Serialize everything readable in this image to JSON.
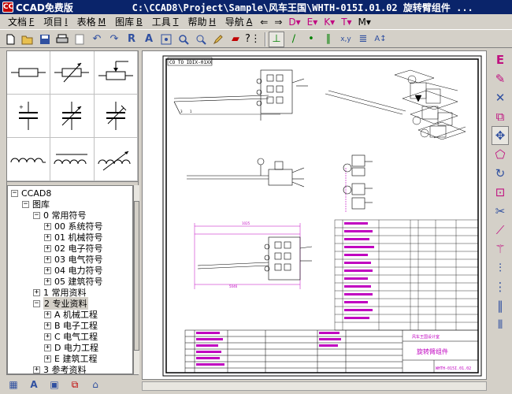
{
  "app": {
    "logo": "CC",
    "title": "CCAD免费版",
    "document": "C:\\CCAD8\\Project\\Sample\\风车王国\\WHTH-015I.01.02 旋转臂组件 ..."
  },
  "menu": [
    {
      "label": "文档",
      "key": "F"
    },
    {
      "label": "项目",
      "key": "I"
    },
    {
      "label": "表格",
      "key": "M"
    },
    {
      "label": "图库",
      "key": "B"
    },
    {
      "label": "工具",
      "key": "T"
    },
    {
      "label": "帮助",
      "key": "H"
    },
    {
      "label": "导航",
      "key": "A"
    }
  ],
  "menu_arrows": [
    "⇐",
    "⇒"
  ],
  "menu_dropdowns": [
    "D▾",
    "E▾",
    "K▾",
    "T▾",
    "M▾"
  ],
  "tree": {
    "root": "CCAD8",
    "library": "图库",
    "common": "0  常用符号",
    "common_items": [
      "00  系统符号",
      "01  机械符号",
      "02  电子符号",
      "03  电气符号",
      "04  电力符号",
      "05  建筑符号"
    ],
    "info": "1  常用资料",
    "pro": "2  专业资料",
    "pro_items": [
      "A  机械工程",
      "B  电子工程",
      "C  电气工程",
      "D  电力工程",
      "E  建筑工程"
    ],
    "ref": "3  参考资料"
  },
  "drawing": {
    "frame_label": "CO TO IDIX-01XX",
    "title_block_name": "旋转臂组件",
    "title_block_code": "WHTH-015I.01.02",
    "title_block_company": "风车王国设计室"
  },
  "colors": {
    "titlebar": "#0a246a",
    "accent_magenta": "#c01080",
    "drawing_line": "#000000",
    "dimension": "#c000c0"
  }
}
